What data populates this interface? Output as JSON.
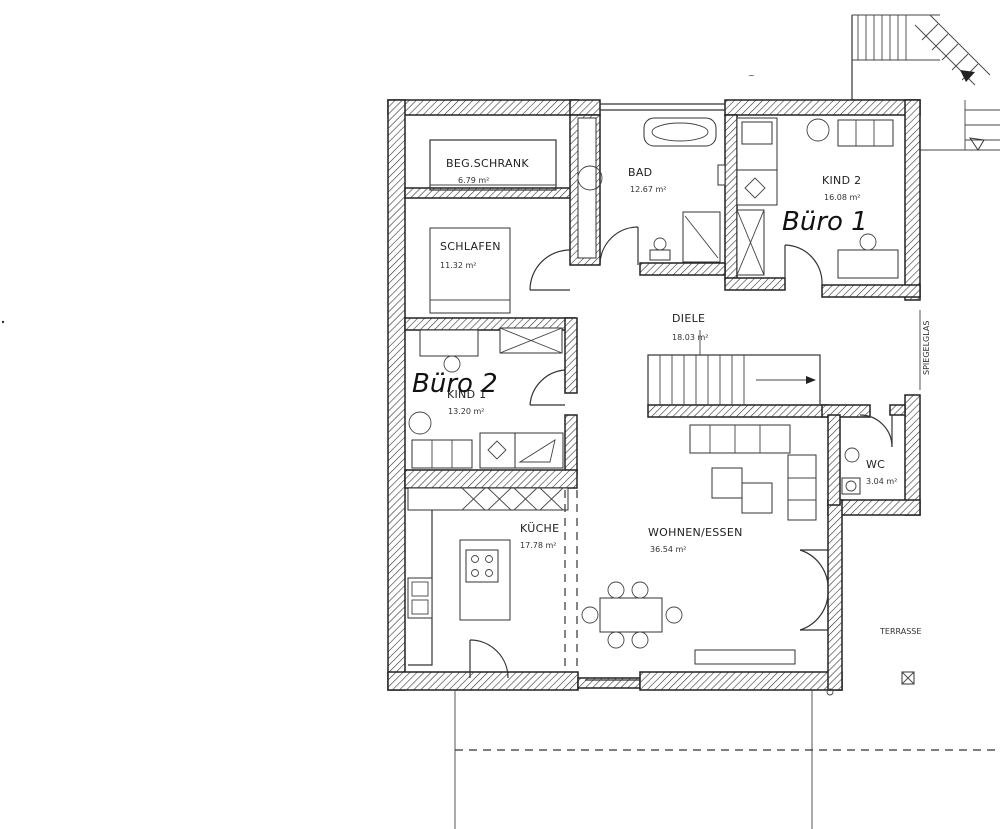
{
  "rooms": {
    "begschrank": {
      "label": "BEG.SCHRANK",
      "area": "6.79 m²"
    },
    "schlafen": {
      "label": "SCHLAFEN",
      "area": "11.32 m²"
    },
    "bad": {
      "label": "BAD",
      "area": "12.67 m²"
    },
    "kind2": {
      "label": "KIND 2",
      "area": "16.08 m²"
    },
    "diele": {
      "label": "DIELE",
      "area": "18.03 m²"
    },
    "kind1": {
      "label": "KIND 1",
      "area": "13.20 m²"
    },
    "wc": {
      "label": "WC",
      "area": "3.04 m²"
    },
    "kueche": {
      "label": "KÜCHE",
      "area": "17.78 m²"
    },
    "wohnen": {
      "label": "WOHNEN/ESSEN",
      "area": "36.54 m²"
    }
  },
  "outside": {
    "terrasse": "TERRASSE",
    "spiegelglas": "SPIEGELGLAS"
  },
  "annotations": {
    "buero1": "Büro 1",
    "buero2": "Büro 2"
  }
}
